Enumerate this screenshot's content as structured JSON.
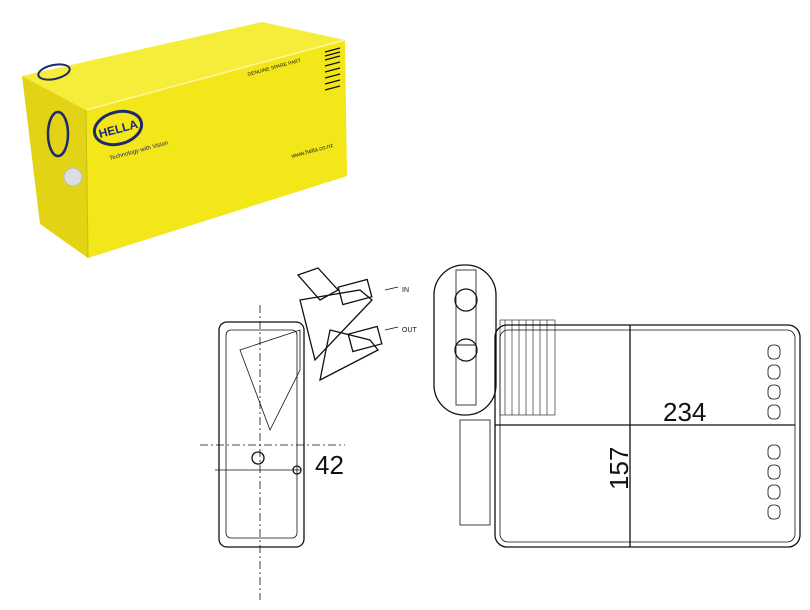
{
  "box": {
    "brand": "HELLA",
    "tagline": "Technology with Vision",
    "label": "GENUINE SPARE PART",
    "website": "www.hella.co.nz",
    "colors": {
      "box_yellow": "#f3e619",
      "box_shadow": "#d9cc10",
      "logo_blue": "#1d2a6b"
    }
  },
  "drawing": {
    "dimensions": {
      "depth": "42",
      "height": "157",
      "width": "234"
    },
    "port_labels": {
      "inlet": "IN",
      "outlet": "OUT"
    }
  }
}
